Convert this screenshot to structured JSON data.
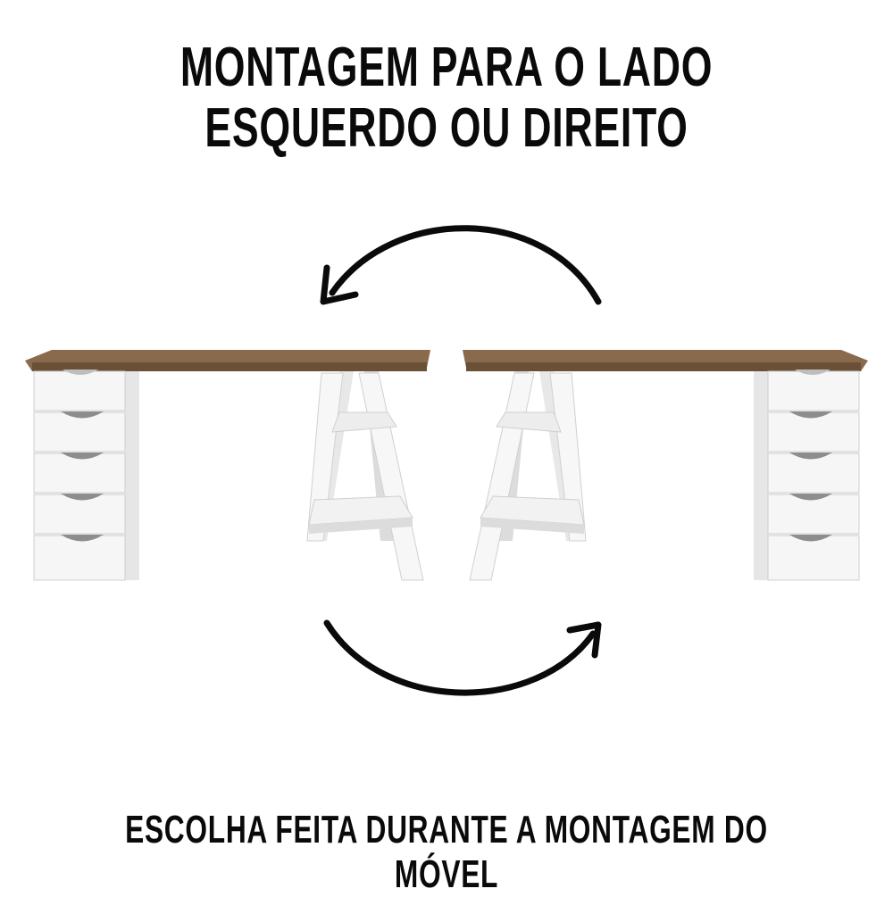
{
  "heading": {
    "line1": "MONTAGEM PARA O LADO",
    "line2": "ESQUERDO OU DIREITO"
  },
  "footer": "ESCOLHA FEITA DURANTE A MONTAGEM DO MÓVEL",
  "colors": {
    "text": "#0a0a0a",
    "wood_top": "#8a6a4c",
    "wood_edge": "#6b5038",
    "furniture_white": "#f4f4f4",
    "furniture_shade": "#d8d8d8",
    "arrow": "#0a0a0a"
  },
  "illustrations": [
    {
      "name": "desk-left-drawers",
      "drawer_count": 5,
      "support": "trestle-right"
    },
    {
      "name": "desk-right-drawers",
      "drawer_count": 5,
      "support": "trestle-left"
    }
  ]
}
